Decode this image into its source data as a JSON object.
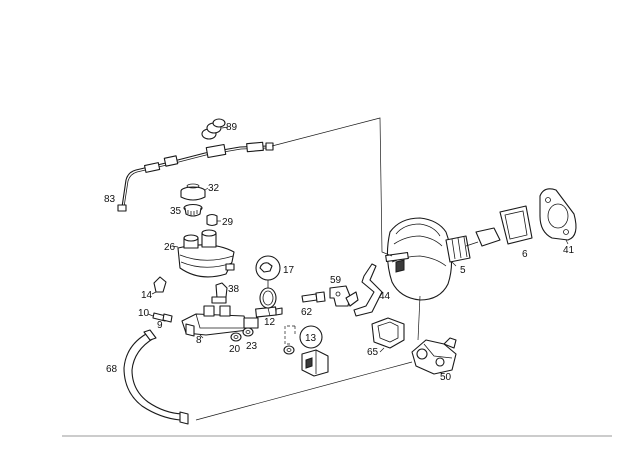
{
  "labels": {
    "p89": "89",
    "p83": "83",
    "p32": "32",
    "p35": "35",
    "p29": "29",
    "p26": "26",
    "p17": "17",
    "p14": "14",
    "p38": "38",
    "p10": "10",
    "p9": "9",
    "p8": "8",
    "p20": "20",
    "p23": "23",
    "p12": "12",
    "p62": "62",
    "p59": "59",
    "p44": "44",
    "p13": "13",
    "p65": "65",
    "p5": "5",
    "p6": "6",
    "p41": "41",
    "p68": "68",
    "p50": "50"
  }
}
